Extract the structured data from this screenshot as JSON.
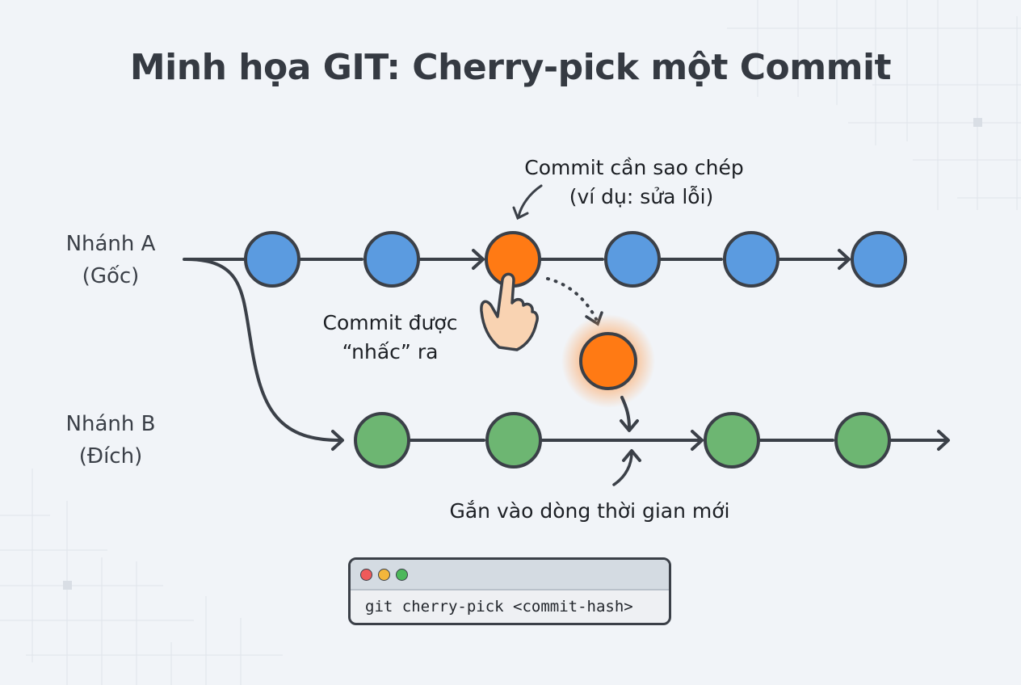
{
  "title": "Minh họa GIT: Cherry-pick một Commit",
  "branches": {
    "a": {
      "name": "Nhánh A",
      "sub": "(Gốc)",
      "commit_count": 6,
      "color": "#5b9be0"
    },
    "b": {
      "name": "Nhánh B",
      "sub": "(Đích)",
      "commit_count": 4,
      "color": "#6db672"
    }
  },
  "highlight_color": "#ff7a14",
  "annotations": {
    "source_commit": {
      "line1": "Commit cần sao chép",
      "line2": "(ví dụ: sửa lỗi)"
    },
    "picked": {
      "line1": "Commit được",
      "line2": "“nhấc” ra"
    },
    "attach": {
      "text": "Gắn vào dòng thời gian mới"
    }
  },
  "terminal": {
    "command": "git cherry-pick <commit-hash>",
    "buttons": [
      {
        "name": "close",
        "color": "#ef5a5a"
      },
      {
        "name": "minimize",
        "color": "#f2b63c"
      },
      {
        "name": "maximize",
        "color": "#4cb85a"
      }
    ]
  }
}
